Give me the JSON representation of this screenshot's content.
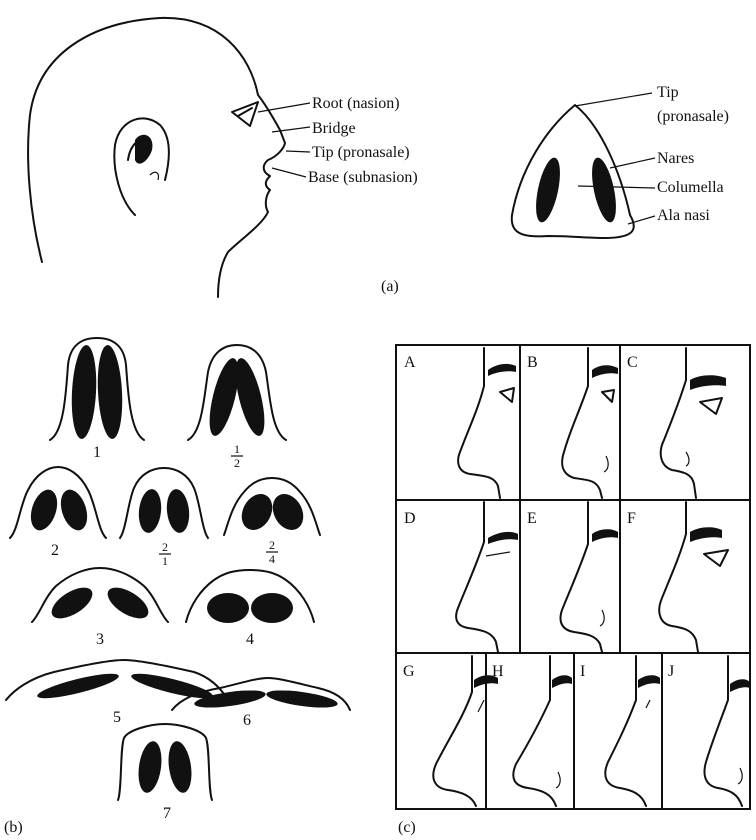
{
  "panel_a": {
    "caption": "(a)",
    "profile_labels": [
      "Root (nasion)",
      "Bridge",
      "Tip (pronasale)",
      "Base (subnasion)"
    ],
    "base_labels": {
      "tip_line1": "Tip",
      "tip_line2": "(pronasale)",
      "nares": "Nares",
      "columella": "Columella",
      "ala_nasi": "Ala nasi"
    }
  },
  "panel_b": {
    "caption": "(b)",
    "shapes": [
      "1",
      "2",
      "3",
      "4",
      "5",
      "6",
      "7"
    ],
    "fractions": [
      {
        "num": "1",
        "den": "2"
      },
      {
        "num": "2",
        "den": "1"
      },
      {
        "num": "2",
        "den": "4"
      }
    ]
  },
  "panel_c": {
    "caption": "(c)",
    "profiles": [
      "A",
      "B",
      "C",
      "D",
      "E",
      "F",
      "G",
      "H",
      "I",
      "J"
    ]
  }
}
